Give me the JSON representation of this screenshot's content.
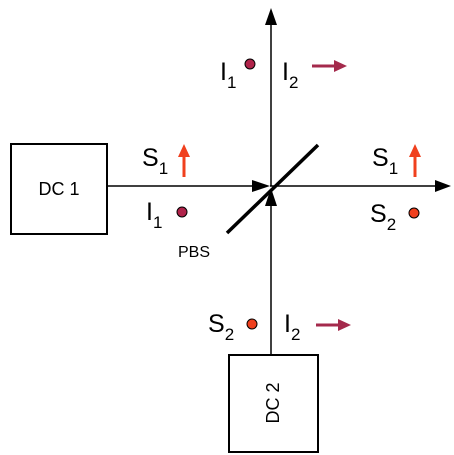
{
  "colors": {
    "idler_dot": "#b0234a",
    "signal_dot": "#f0401e",
    "signal_arrow": "#f0401e",
    "idler_arrow": "#a42a4c",
    "line": "#000000"
  },
  "labels": {
    "dc1": "DC 1",
    "dc2": "DC 2",
    "pbs": "PBS",
    "s_letter": "S",
    "i_letter": "I",
    "sub_1": "1",
    "sub_2": "2"
  }
}
